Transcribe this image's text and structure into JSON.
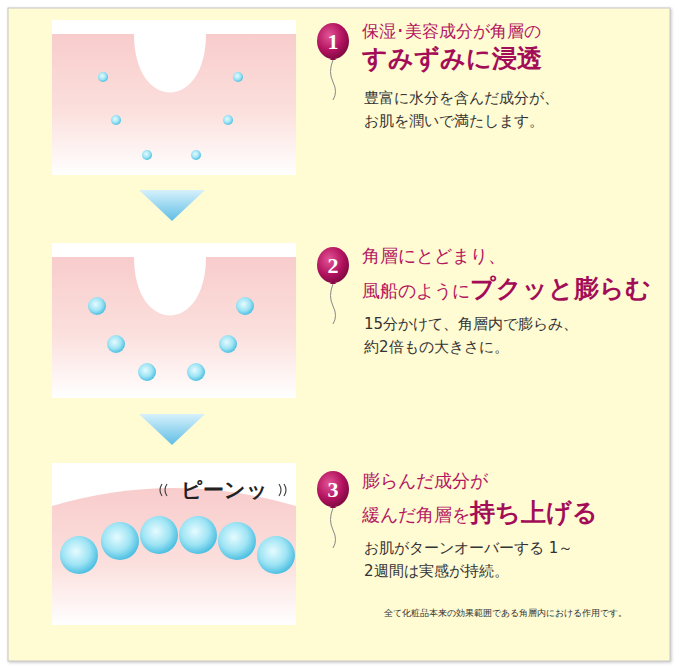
{
  "diagram": {
    "nodes": [
      {
        "text": [
          "1",
          "保湿･美容成分が角層の",
          "すみずみに浸透",
          "豊富に水分を含んだ成分が、 お肌を潤いで満たします。"
        ]
      },
      {
        "text": [
          "2",
          "角層にとどまり、",
          "風船のように",
          "プクッと膨らむ",
          "15分かけて、角層内で膨らみ、 約2倍もの大きさに。"
        ]
      },
      {
        "text": [
          "3",
          "膨らんだ成分が",
          "緩んだ角層を",
          "持ち上げる",
          "お肌がターンオーバーする 1～2週間は実感が持続。"
        ]
      }
    ],
    "labels": [
      "ピーンッ",
      "全て化粧品本来の効果範囲である角層内における作用です。"
    ]
  }
}
